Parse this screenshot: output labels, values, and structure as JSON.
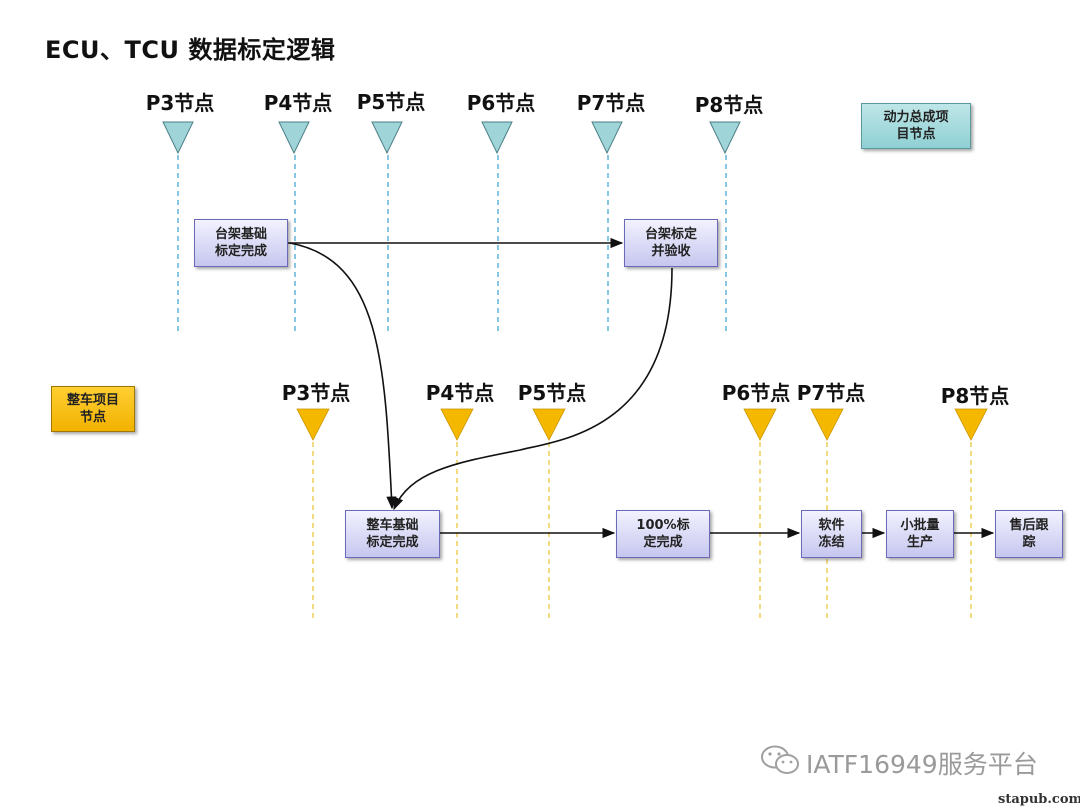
{
  "title": "ECU、TCU 数据标定逻辑",
  "legend": {
    "powertrain": "动力总成项\n目节点",
    "vehicle": "整车项目\n节点"
  },
  "powertrain_nodes": [
    "P3节点",
    "P4节点",
    "P5节点",
    "P6节点",
    "P7节点",
    "P8节点"
  ],
  "vehicle_nodes": [
    "P3节点",
    "P4节点",
    "P5节点",
    "P6节点",
    "P7节点",
    "P8节点"
  ],
  "boxes": {
    "bench_base": "台架基础\n标定完成",
    "bench_accept": "台架标定\n并验收",
    "vehicle_base": "整车基础\n标定完成",
    "full_calib": "100%标\n定完成",
    "software_freeze": "软件\n冻结",
    "small_batch": "小批量\n生产",
    "after_sales": "售后跟\n踪"
  },
  "colors": {
    "powertrain_marker": "#9fd4d8",
    "powertrain_line": "#3aa0d0",
    "vehicle_marker": "#f5b800",
    "vehicle_line": "#e8c030"
  },
  "watermark": {
    "icon": "wechat-icon",
    "text": "IATF16949服务平台"
  },
  "site": "stapub.com"
}
